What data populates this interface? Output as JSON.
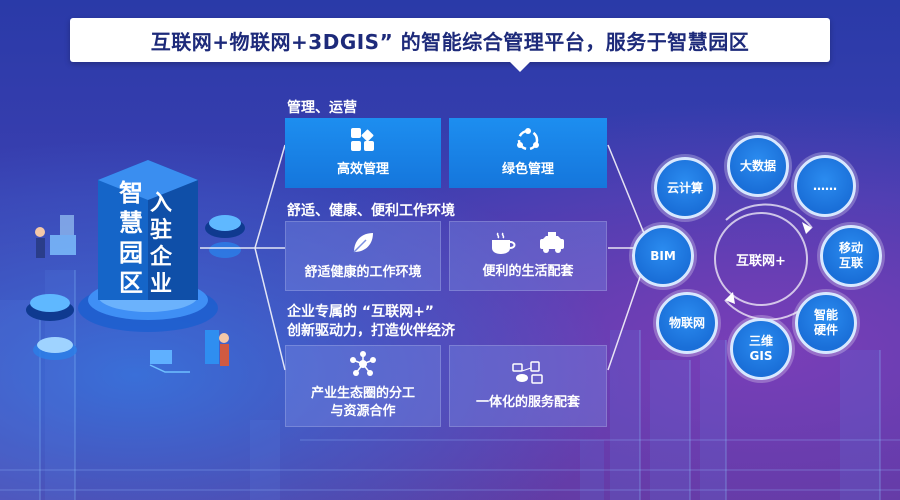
{
  "title": "互联网+物联网+3DGIS” 的智能综合管理平台，服务于智慧园区",
  "left_panel": {
    "vertical_primary": "智慧园区",
    "vertical_secondary": "入驻企业"
  },
  "sections": [
    {
      "label": "管理、运营"
    },
    {
      "label": "舒适、健康、便利工作环境"
    },
    {
      "label_line1": "企业专属的 “互联网+”",
      "label_line2": "创新驱动力，打造伙伴经济"
    }
  ],
  "cards": [
    {
      "label": "高效管理",
      "icon": "blocks-icon"
    },
    {
      "label": "绿色管理",
      "icon": "recycle-icon"
    },
    {
      "label": "舒适健康的工作环境",
      "icon": "leaf-icon"
    },
    {
      "label": "便利的生活配套",
      "icons": [
        "coffee-icon",
        "taxi-icon"
      ]
    },
    {
      "label_line1": "产业生态圈的分工",
      "label_line2": "与资源合作",
      "icon": "network-icon"
    },
    {
      "label": "一体化的服务配套",
      "icon": "devices-icon"
    }
  ],
  "ring": {
    "center_label": "互联网+",
    "nodes": [
      "大数据",
      "……",
      "移动\n互联",
      "智能\n硬件",
      "三维\nGIS",
      "物联网",
      "BIM",
      "云计算"
    ]
  },
  "colors": {
    "card_solid": "#1a82e8",
    "title_text": "#1d2a7a",
    "node_fill": "#1f7be0"
  }
}
